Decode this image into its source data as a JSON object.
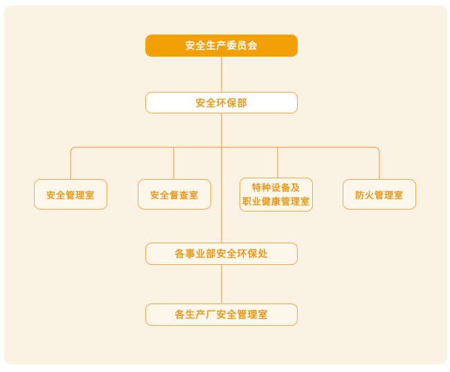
{
  "colors": {
    "accent": "#F3A008",
    "line": "#EEA64A",
    "text-orange": "#E8991C",
    "panel": "#FBF2E4",
    "node-fill": "#FDF6EB",
    "node-white": "#FFFFFF",
    "page": "#FFFFFF"
  },
  "org_chart": {
    "root": {
      "label": "安全生产委员会"
    },
    "child": {
      "label": "安全环保部"
    },
    "offices": [
      {
        "label": "安全管理室"
      },
      {
        "label": "安全督查室"
      },
      {
        "lines": [
          "特种设备及",
          "职业健康管理室"
        ]
      },
      {
        "label": "防火管理室"
      }
    ],
    "division_office": {
      "label": "各事业部安全环保处"
    },
    "plant_office": {
      "label": "各生产厂安全管理室"
    }
  }
}
